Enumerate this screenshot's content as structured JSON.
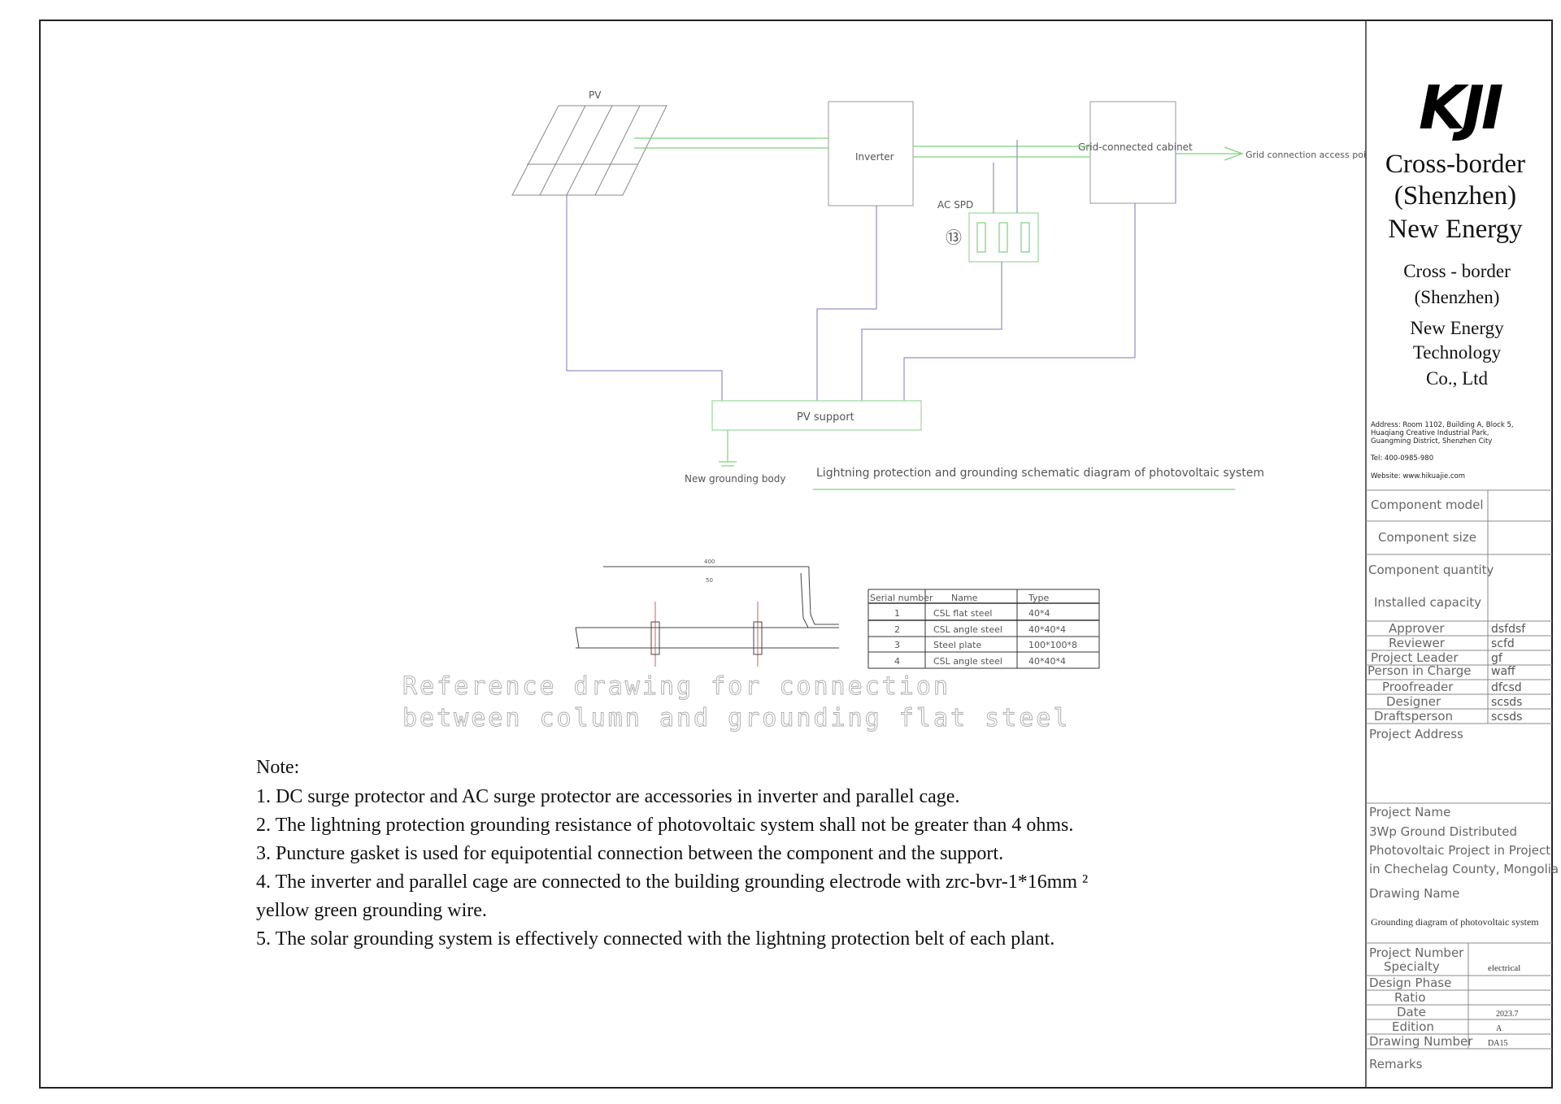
{
  "schematic": {
    "pv": "PV",
    "inverter": "Inverter",
    "grid_cabinet": "Grid-connected cabinet",
    "grid_access": "Grid connection access poi",
    "ac_spd": "AC SPD",
    "spd_marker": "⑬",
    "pv_support": "PV support",
    "grounding_body": "New grounding body",
    "caption": "Lightning protection and grounding schematic diagram of photovoltaic system"
  },
  "detail": {
    "dim_top": "400",
    "dim_mid": "50",
    "caption_line1": "Reference drawing for connection",
    "caption_line2": "between column and grounding flat steel"
  },
  "material_table": {
    "headers": [
      "Serial number",
      "Name",
      "Type"
    ],
    "rows": [
      [
        "1",
        "CSL flat steel",
        "40*4"
      ],
      [
        "2",
        "CSL angle steel",
        "40*40*4"
      ],
      [
        "3",
        "Steel plate",
        "100*100*8"
      ],
      [
        "4",
        "CSL angle steel",
        "40*40*4"
      ]
    ]
  },
  "notes": {
    "heading": "Note:",
    "items": [
      "1. DC surge protector and AC surge protector are accessories in inverter and parallel cage.",
      "2. The lightning protection grounding resistance of photovoltaic system shall not be greater than 4 ohms.",
      "3. Puncture gasket is used for equipotential connection between the component and the support.",
      "4. The inverter and parallel cage are connected to the building grounding electrode with zrc-bvr-1*16mm ²",
      "yellow green grounding wire.",
      "5. The solar grounding system is effectively connected with the lightning protection belt of each plant."
    ]
  },
  "title_block": {
    "logo": "KJI",
    "company_en_large": [
      "Cross-border",
      "(Shenzhen)",
      "New Energy"
    ],
    "company_en_medium": [
      "Cross - border",
      "(Shenzhen)",
      "New Energy",
      "Technology",
      "Co., Ltd"
    ],
    "address": [
      "Address: Room 1102, Building A, Block 5,",
      "Huaqiang Creative Industrial Park,",
      "Guangming District, Shenzhen City"
    ],
    "tel": "Tel: 400-0985-980",
    "website": "Website: www.hikuajie.com",
    "component_model": "Component model",
    "component_size": "Component size",
    "component_quantity": "Component quantity",
    "installed_capacity": "Installed capacity",
    "roles": [
      {
        "label": "Approver",
        "value": "dsfdsf"
      },
      {
        "label": "Reviewer",
        "value": "scfd"
      },
      {
        "label": "Project Leader",
        "value": "gf"
      },
      {
        "label": "Person in Charge",
        "value": "waff"
      },
      {
        "label": "Proofreader",
        "value": "dfcsd"
      },
      {
        "label": "Designer",
        "value": "scsds"
      },
      {
        "label": "Draftsperson",
        "value": "scsds"
      }
    ],
    "project_address": "Project Address",
    "project_name_label": "Project Name",
    "project_name": [
      "3Wp Ground Distributed",
      "Photovoltaic Project in Project",
      "in Chechelag County, Mongolia"
    ],
    "drawing_name_label": "Drawing Name",
    "drawing_name": "Grounding diagram of photovoltaic system",
    "project_number": "Project Number",
    "specialty": "Specialty",
    "specialty_value": "electrical",
    "design_phase": "Design Phase",
    "ratio": "Ratio",
    "date": "Date",
    "date_value": "2023.7",
    "edition": "Edition",
    "edition_value": "A",
    "drawing_number": "Drawing Number",
    "drawing_number_value": "DA15",
    "remarks": "Remarks"
  }
}
